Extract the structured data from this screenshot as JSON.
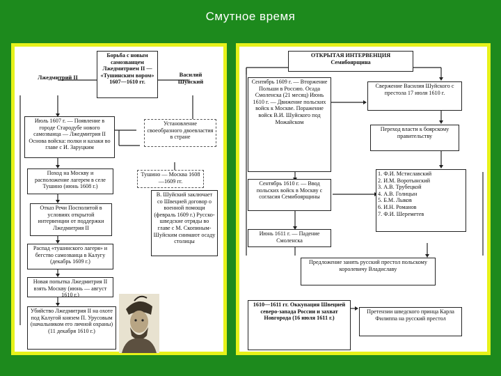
{
  "title": "Смутное время",
  "left": {
    "header": "Борьба с новым самозванцем Лжедмитрием II — «Тушинским вором» 1607—1610 гг.",
    "col_left": "Лжедмитрий II",
    "col_right": "Василий Шуйский",
    "box1": "Июль 1607 г. — Появление в городе Стародубе нового самозванца — Лжедмитрия II Основа войска: полки и казаки во главе с И. Заруцким",
    "box2": "Поход на Москву и расположение лагерем в селе Тушино (июнь 1608 г.)",
    "box3": "Отказ Речи Посполитой в условиях открытой интервенции от поддержки Лжедмитрия II",
    "box4": "Распад «тушинского лагеря» и бегство самозванца в Калугу (декабрь 1609 г.)",
    "box5": "Новая попытка Лжедмитрия II взять Москву (июнь — август 1610 г.)",
    "box6": "Убийство Лжедмитрия II на охоте под Калугой князем П. Урусовым (начальником его личной охраны) (11 декабря 1610 г.)",
    "dual": "Установление своеобразного двоевластия в стране",
    "tushino": "Тушино — Москва 1608—1609 гг.",
    "shuisky": "В. Шуйский заключает со Швецией договор о военной помощи (февраль 1609 г.) Русско-шведские отряды во главе с М. Скопиным-Шуйским снимают осаду столицы"
  },
  "right": {
    "header": "ОТКРЫТАЯ ИНТЕРВЕНЦИЯ",
    "subheader": "Семибоярщина",
    "box1": "Сентябрь 1609 г. — Вторжение Польши в Россию. Осада Смоленска (21 месяц) Июнь 1610 г. — Движение польских войск к Москве. Поражение войск В.И. Шуйского под Можайском",
    "box2": "Сентябрь 1610 г. — Ввод польских войск в Москву с согласия Семибоярщины",
    "box3": "Июнь 1611 г. — Падение Смоленска",
    "overthrow": "Свержение Василия Шуйского с престола 17 июля 1610 г.",
    "transfer": "Переход власти к боярскому правительству",
    "boyars": [
      "1. Ф.И. Мстиславский",
      "2. И.М. Воротынский",
      "3. А.В. Трубецкой",
      "4. А.В. Голицын",
      "5. Б.М. Лыков",
      "6. И.Н. Романов",
      "7. Ф.И. Шереметев"
    ],
    "offer": "Предложение занять русский престол польскому королевичу Владиславу",
    "sweden": "1610—1611 гг. Оккупация Швецией северо-запада России и захват Новгорода (16 июля 1611 г.)",
    "claims": "Претензии шведского принца Карла Филиппа на русский престол"
  }
}
